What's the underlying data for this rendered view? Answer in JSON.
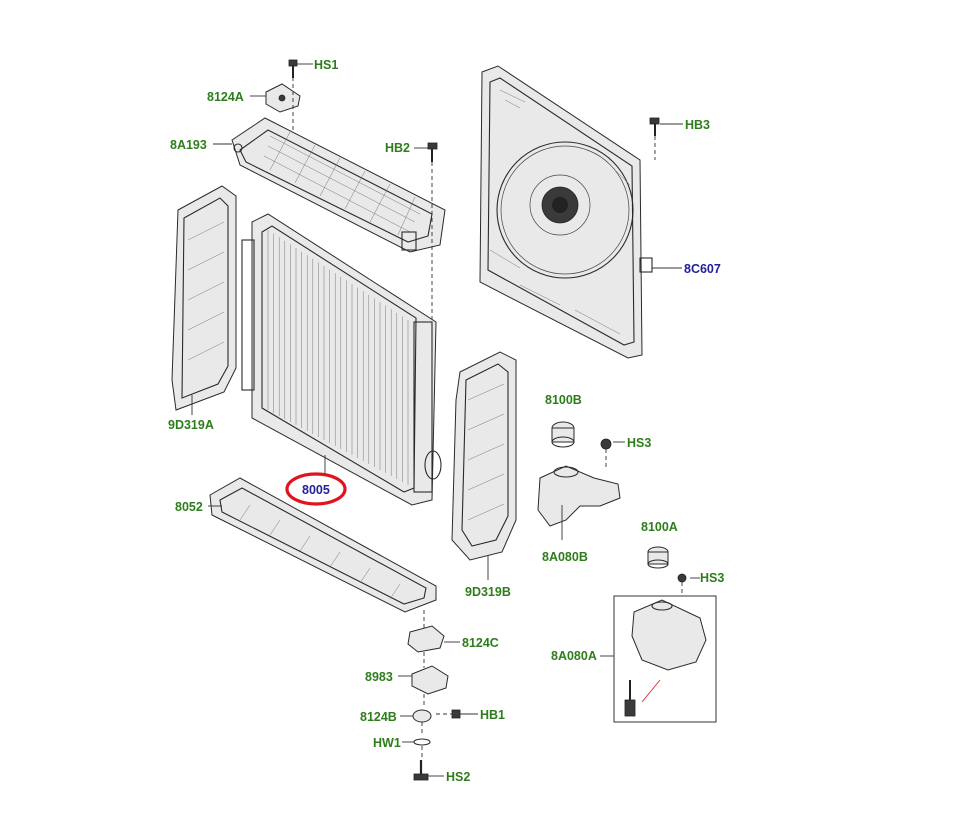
{
  "labels": {
    "HS1": "HS1",
    "8124A": "8124A",
    "8A193": "8A193",
    "HB2": "HB2",
    "HB3": "HB3",
    "8C607": "8C607",
    "9D319A": "9D319A",
    "8005": "8005",
    "8052": "8052",
    "9D319B": "9D319B",
    "8100B": "8100B",
    "HS3a": "HS3",
    "8A080B": "8A080B",
    "8100A": "8100A",
    "HS3b": "HS3",
    "8A080A": "8A080A",
    "8124C": "8124C",
    "8983": "8983",
    "8124B": "8124B",
    "HB1": "HB1",
    "HW1": "HW1",
    "HS2": "HS2"
  },
  "colors": {
    "label_green": "#2e7d1c",
    "label_blue": "#22209a",
    "highlight": "#e0141e"
  }
}
